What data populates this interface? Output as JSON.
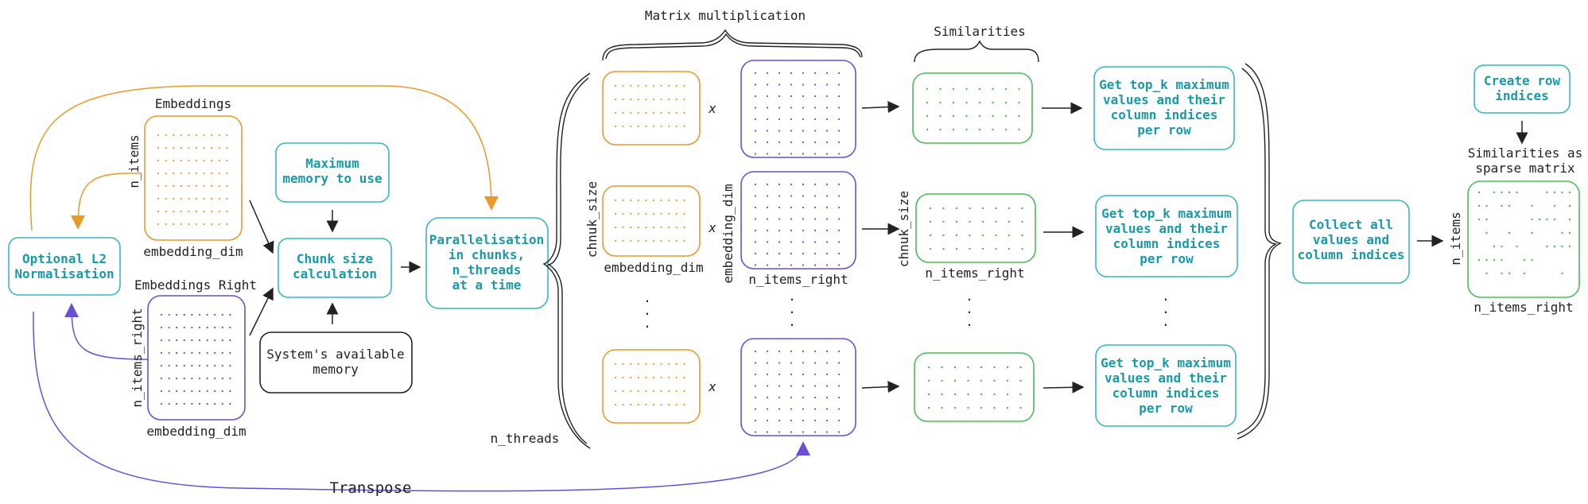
{
  "labels": {
    "optional_l2": [
      "Optional L2",
      "Normalisation"
    ],
    "embeddings": "Embeddings",
    "n_items": "n_items",
    "embedding_dim": "embedding_dim",
    "embeddings_right": "Embeddings Right",
    "n_items_right": "n_items_right",
    "maximum_memory": [
      "Maximum",
      "memory to use"
    ],
    "chunk_size_calc": [
      "Chunk size",
      "calculation"
    ],
    "system_memory": [
      "System's available",
      "memory"
    ],
    "parallelisation": [
      "Parallelisation",
      "in chunks,",
      "n_threads",
      "at a time"
    ],
    "matrix_multiplication": "Matrix multiplication",
    "similarities": "Similarities",
    "chunk_size_misspelled": "chnuk_size",
    "chunk_size": "chnuk_size",
    "n_threads": "n_threads",
    "top_k": [
      "Get top_k maximum",
      "values and their",
      "column indices",
      "per row"
    ],
    "collect": [
      "Collect all",
      "values and",
      "column indices"
    ],
    "create_row": [
      "Create row",
      "indices"
    ],
    "sparse_title": [
      "Similarities as",
      "sparse matrix"
    ],
    "transpose": "Transpose",
    "times": "x",
    "dot": "."
  },
  "colors": {
    "teal": "#3ab5c2",
    "teal_text": "#1a9aa8",
    "orange": "#e89a2c",
    "purple": "#6a4fd6",
    "green": "#4cbb5c",
    "black": "#222222"
  }
}
